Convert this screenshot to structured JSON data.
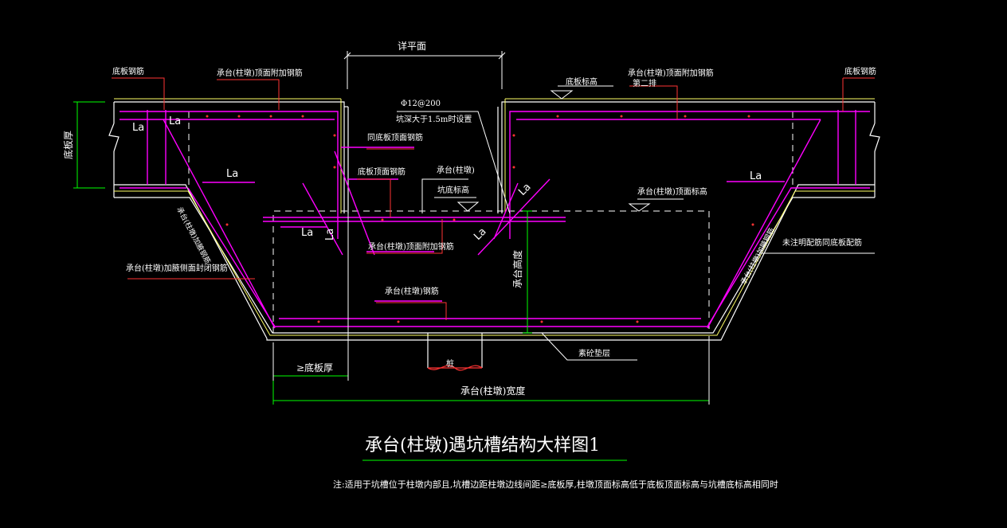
{
  "colors": {
    "background": "#000000",
    "outline": "#ffffff",
    "rebar": "#ff00ff",
    "dimension": "#00ff00",
    "leader": "#ff3333",
    "foundation": "#ffff66"
  },
  "top_labels": {
    "see_plan": "详平面",
    "bottom_rebar_left": "底板钢筋",
    "bottom_rebar_right": "底板钢筋",
    "cap_top_extra_rebar_left": "承台(柱墩)顶面附加钢筋",
    "cap_top_extra_rebar_right": "承台(柱墩)顶面附加钢筋",
    "second_row": "第二排",
    "slab_bottom_elevation": "底板标高"
  },
  "callouts": {
    "phi12": "Φ12@200",
    "pit_depth_note": "坑深大于1.5m时设置",
    "same_slab_top_rebar": "同底板顶面钢筋",
    "slab_top_rebar": "底板顶面钢筋",
    "cap_pier": "承台(柱墩)",
    "pit_bottom_elevation": "坑底标高",
    "cap_top_elevation": "承台(柱墩)顶面标高",
    "cap_top_extra_rebar_mid": "承台(柱墩)顶面附加钢筋",
    "cap_side_rebar": "承台(柱墩)加腋侧面封闭钢筋",
    "not_noted_same_slab": "未注明配筋同底板配筋",
    "cap_rebar": "承台(柱墩)钢筋",
    "plain_concrete_cushion": "素砼垫层",
    "pile": "桩"
  },
  "la_label": "La",
  "slab_thickness": "底板厚",
  "cap_height": "承台高度",
  "ge_slab_thickness": "≥底板厚",
  "cap_width": "承台(柱墩)宽度",
  "rot_text_left": "承台(柱墩)加腋钢筋",
  "rot_text_right": "承台(柱墩)加腋钢筋",
  "title": "承台(柱墩)遇坑槽结构大样图1",
  "note": "注:适用于坑槽位于柱墩内部且,坑槽边距柱墩边线间距≥底板厚,柱墩顶面标高低于底板顶面标高与坑槽底标高相同时"
}
